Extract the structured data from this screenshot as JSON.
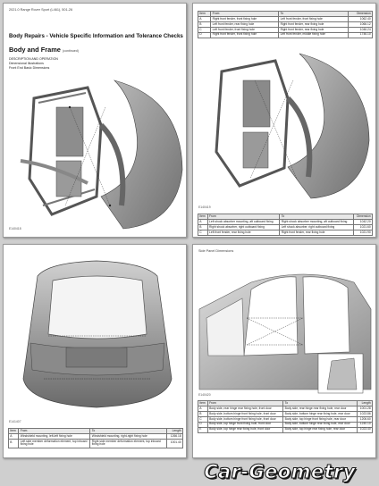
{
  "page1": {
    "header": "2021.0 Range Rover Sport (L461), 501-26",
    "title_line1": "Body Repairs - Vehicle Specific Information and Tolerance Checks",
    "title_line2": "Body and Frame",
    "title_line2_suffix": "(continued)",
    "sub1": "DESCRIPTION AND OPERATION",
    "sub2": "Dimensional Illustrations",
    "sub3": "Front End Basic Dimensions",
    "figure_id": "E140418"
  },
  "page2": {
    "table1": {
      "headers": [
        "Item",
        "From",
        "To",
        "Dimension"
      ],
      "rows": [
        [
          "A",
          "Right front fender, front fixing hole",
          "Left front fender, front fixing hole",
          "1062.40"
        ],
        [
          "B",
          "Left front fender, rear fixing hole",
          "Right front fender, rear fixing hole",
          "1066.12"
        ],
        [
          "C",
          "Left front fender, front fixing hole",
          "Right front fender, rear fixing hole",
          "1046.24"
        ],
        [
          "D",
          "Right front fender, front fixing hole",
          "Left front fender, middle fixing hole",
          "1746.10"
        ]
      ]
    },
    "figure_id": "E140419",
    "table2": {
      "headers": [
        "Item",
        "From",
        "To",
        "Dimension"
      ],
      "rows": [
        [
          "A",
          "Left shock absorber mounting, aft outboard fixing",
          "Right shock absorber mounting, aft outboard fixing",
          "1042.20"
        ],
        [
          "B",
          "Right shock absorber, right outboard fixing",
          "Left shock absorber, right outboard fixing",
          "1021.60"
        ],
        [
          "C",
          "Left front fender, rear fixing hole",
          "Right front fender, rear fixing hole",
          "1021.90"
        ]
      ]
    }
  },
  "page3": {
    "figure_id": "E141407",
    "table": {
      "headers": [
        "Item",
        "From",
        "To",
        "Length"
      ],
      "rows": [
        [
          "A",
          "Windshield mounting, left-left fixing hole",
          "Windshield mounting, right-right fixing hole",
          "1266.18"
        ],
        [
          "B",
          "Left side member deformation element, top inboard fixing hole",
          "Right side member deformation element, top inboard fixing hole",
          "1001.40"
        ]
      ]
    }
  },
  "page4": {
    "heading": "Side Panel Dimensions",
    "figure_id": "E140420",
    "table": {
      "headers": [
        "Item",
        "From",
        "To",
        "Length"
      ],
      "rows": [
        [
          "A",
          "Body side, rear hinge rear fixing hole, front door",
          "Body side, rear hinge rear fixing hole, rear door",
          "1001.28"
        ],
        [
          "B",
          "Body side, bottom hinge front fixing hole, front door",
          "Body side, bottom hinge rear fixing hole, rear door",
          "1023.86"
        ],
        [
          "C",
          "Body side, bottom hinge front fixing hole, front door",
          "Body side, top hinge front fixing hole, rear door",
          "1206.60"
        ],
        [
          "D",
          "Body side, top hinge front fixing hole, front door",
          "Body side, bottom hinge rear fixing hole, rear door",
          "1240.10"
        ],
        [
          "E",
          "Body side, top hinge rear fixing hole, front door",
          "Body side, top hinge rear fixing hole, rear door",
          "1023.40"
        ]
      ]
    }
  },
  "logo": "Car-Geometry"
}
